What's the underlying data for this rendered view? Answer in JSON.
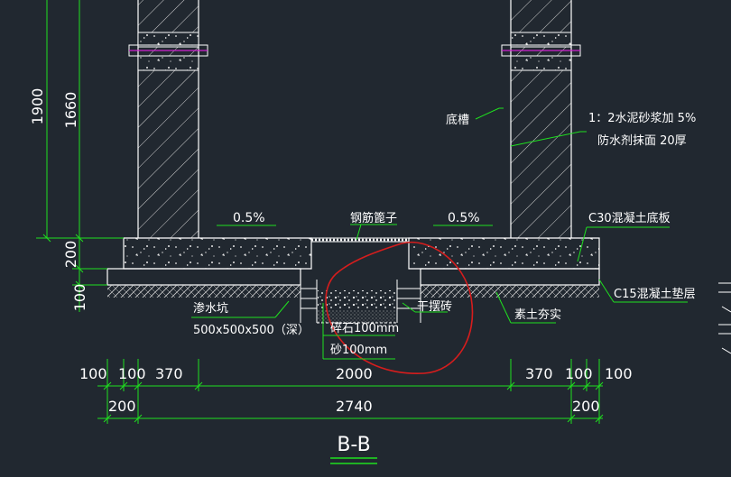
{
  "title": "B-B",
  "colors": {
    "background": "#212830",
    "linework": "#ffffff",
    "dimension": "#1fe01f",
    "text": "#ffffff",
    "leader": "#1fe01f",
    "markup": "#d61d1d",
    "hatch": "#cfcfcf",
    "accent": "#d020d0"
  },
  "vertical_dims": {
    "d1900": "1900",
    "d1660": "1660",
    "d200": "200",
    "d100": "100"
  },
  "slopes": {
    "left": "0.5%",
    "right": "0.5%"
  },
  "labels": {
    "grate": "钢筋篦子",
    "sump_name": "渗水坑",
    "sump_size": "500x500x500（深）",
    "gravel": "碎石100mm",
    "sand": "砂100mm",
    "dry_brick": "干摆砖",
    "compacted_soil": "素土夯实",
    "c15": "C15混凝土垫层",
    "c30": "C30混凝土底板",
    "mortar_line1": "1：2水泥砂浆加  5%",
    "mortar_line2": "防水剂抹面  20厚",
    "skirting": "底槽"
  },
  "bottom_dims": {
    "row1": [
      "100",
      "100",
      "370",
      "2000",
      "370",
      "100",
      "100"
    ],
    "row2": [
      "200",
      "2740",
      "200"
    ]
  }
}
